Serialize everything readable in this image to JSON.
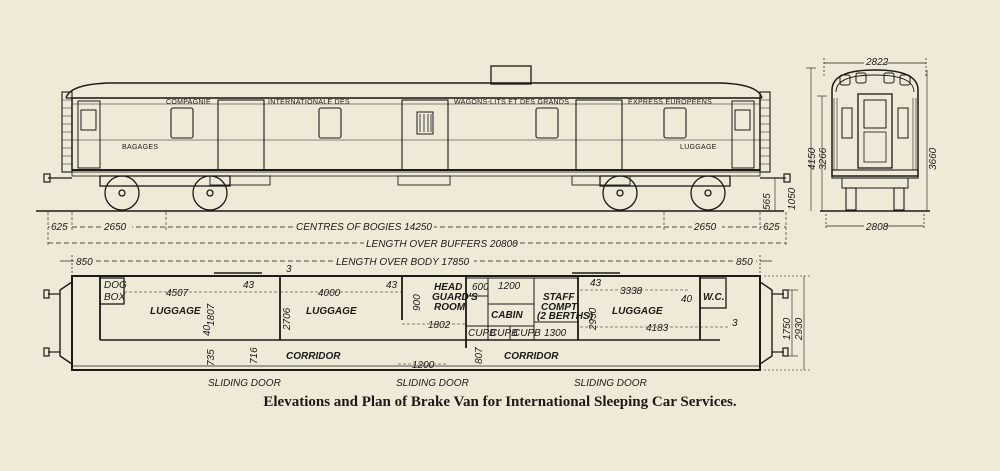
{
  "elevation": {
    "side_texts": [
      "COMPAGNIE",
      "INTERNATIONALE DES",
      "WAGONS-LITS ET DES GRANDS",
      "EXPRESS EUROPEENS"
    ],
    "bagages": "BAGAGES",
    "luggage": "LUGGAGE",
    "dims": {
      "left_end": "625",
      "left_bogie": "2650",
      "centres": "CENTRES OF BOGIES 14250",
      "right_bogie": "2650",
      "right_end": "625",
      "buffers": "LENGTH OVER BUFFERS 20800",
      "buffer_height": "565",
      "axle_height": "1050"
    }
  },
  "end_view": {
    "top_width": "2822",
    "bottom_width": "2808",
    "h1": "4150",
    "h2": "3266",
    "h3": "3660"
  },
  "plan": {
    "body_length": "LENGTH OVER BODY 17850",
    "left_overhang": "850",
    "right_overhang": "850",
    "dog_box": [
      "DOG",
      "BOX"
    ],
    "luggage1": "LUGGAGE",
    "luggage2": "LUGGAGE",
    "luggage3": "LUGGAGE",
    "head_guard": [
      "HEAD",
      "GUARD'S",
      "ROOM"
    ],
    "cabin": "CABIN",
    "staff": [
      "STAFF",
      "COMPT",
      "(2 BERTHS)"
    ],
    "wc": "W.C.",
    "corridor1": "CORRIDOR",
    "corridor2": "CORRIDOR",
    "cupb": "CUPB",
    "sliding_door": "SLIDING DOOR",
    "dims": {
      "d4507": "4507",
      "d43a": "43",
      "d4000": "4000",
      "d43b": "43",
      "d900": "900",
      "d600": "600",
      "d1200a": "1200",
      "d43c": "43",
      "d3338": "3338",
      "d40a": "40",
      "d1807": "1807",
      "d2706": "2706",
      "d1802": "1802",
      "d2930a": "2930",
      "d4183": "4183",
      "d1300": "1300",
      "d735": "735",
      "d716": "716",
      "d40b": "40",
      "d807": "807",
      "d1200b": "1200",
      "d1750": "1750",
      "d2930b": "2930",
      "d3a": "3",
      "d3b": "3"
    }
  },
  "caption": "Elevations and Plan of Brake Van for International Sleeping Car Services."
}
